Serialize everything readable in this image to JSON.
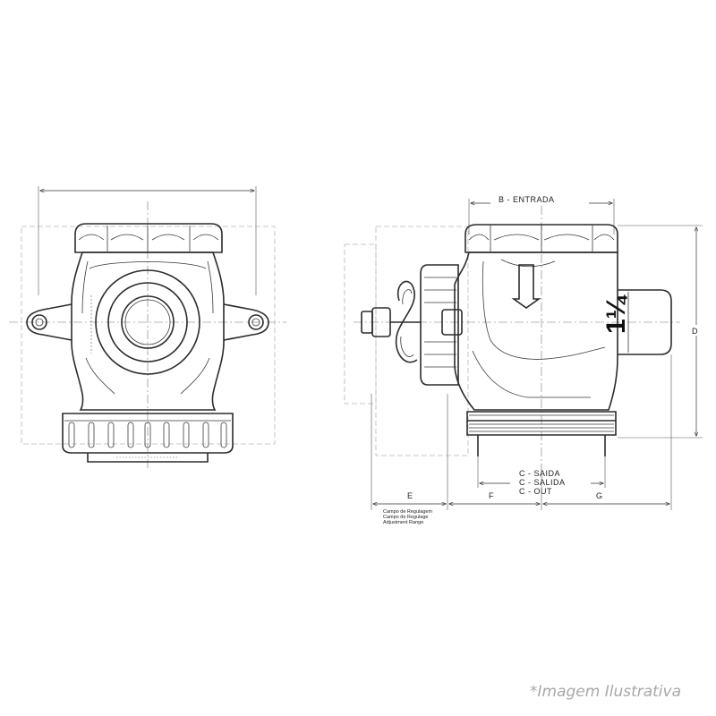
{
  "drawing": {
    "dimensions": {
      "b_label": "B  -  ENTRADA",
      "c_labels": [
        "C  -  SAIDA",
        "C  -  SALIDA",
        "C  -  OUT"
      ],
      "d_label": "D",
      "e_label": "E",
      "f_label": "F",
      "g_label": "G"
    },
    "adjustment_range": [
      "Campo de Regulagem",
      "Campo de Regulage",
      "Adjustment Range"
    ],
    "size_marking": "1¼",
    "footer_note": "*Imagem Ilustrativa",
    "colors": {
      "line": "#2b2b2b",
      "ghost": "#b9b9b9",
      "note": "#a8a8a8"
    }
  }
}
